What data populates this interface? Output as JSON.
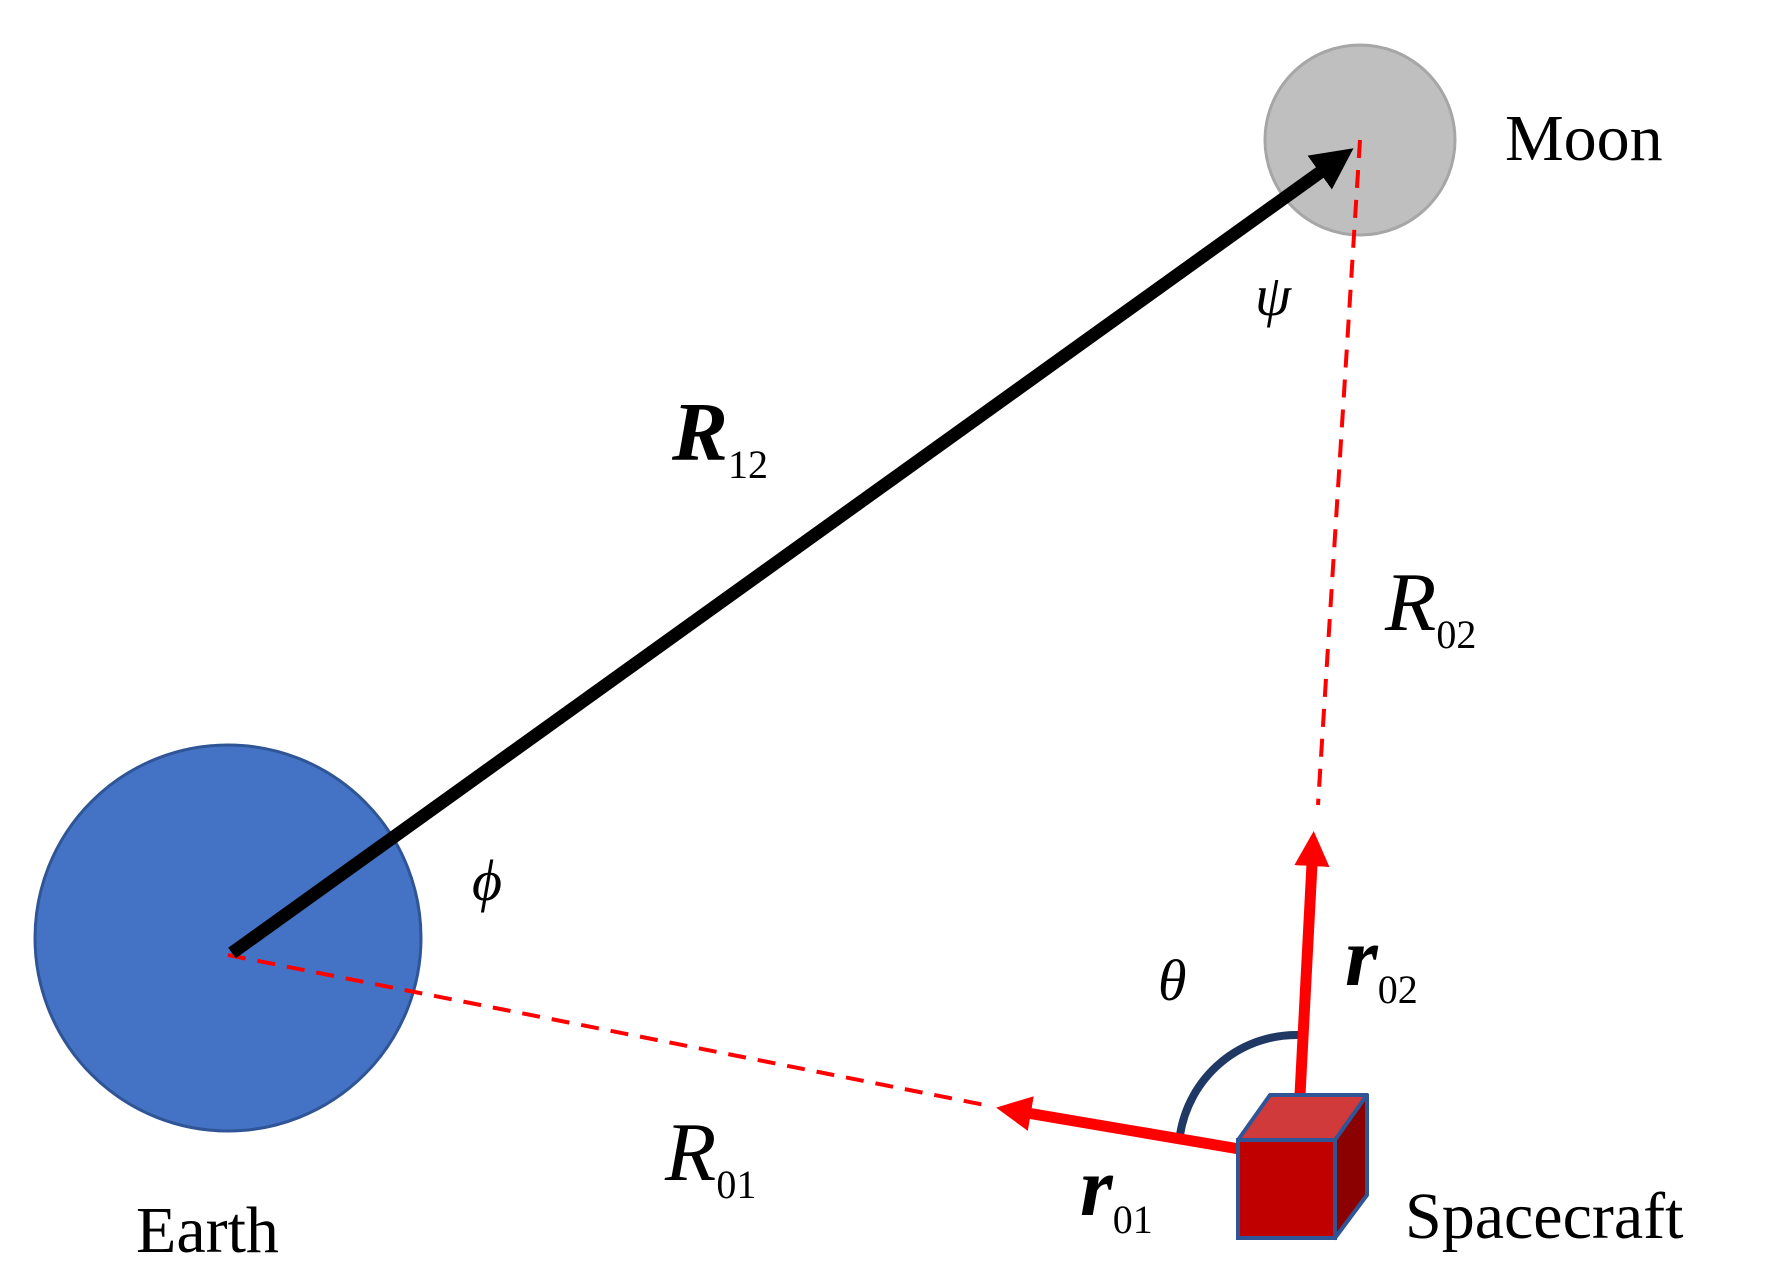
{
  "bodies": {
    "earth": {
      "label": "Earth",
      "color": "#4472C4"
    },
    "moon": {
      "label": "Moon",
      "color": "#BFBFBF"
    },
    "spacecraft": {
      "label": "Spacecraft",
      "color": "#C00000"
    }
  },
  "vectors": {
    "R12": {
      "symbol": "R",
      "subscript": "12"
    },
    "R02": {
      "symbol": "R",
      "subscript": "02"
    },
    "R01": {
      "symbol": "R",
      "subscript": "01"
    },
    "r02": {
      "symbol": "r",
      "subscript": "02"
    },
    "r01": {
      "symbol": "r",
      "subscript": "01"
    }
  },
  "angles": {
    "phi": "ϕ",
    "psi": "ψ",
    "theta": "θ"
  },
  "colors": {
    "vector_black": "#000000",
    "vector_red": "#FF0000",
    "angle_arc": "#1F3864"
  }
}
